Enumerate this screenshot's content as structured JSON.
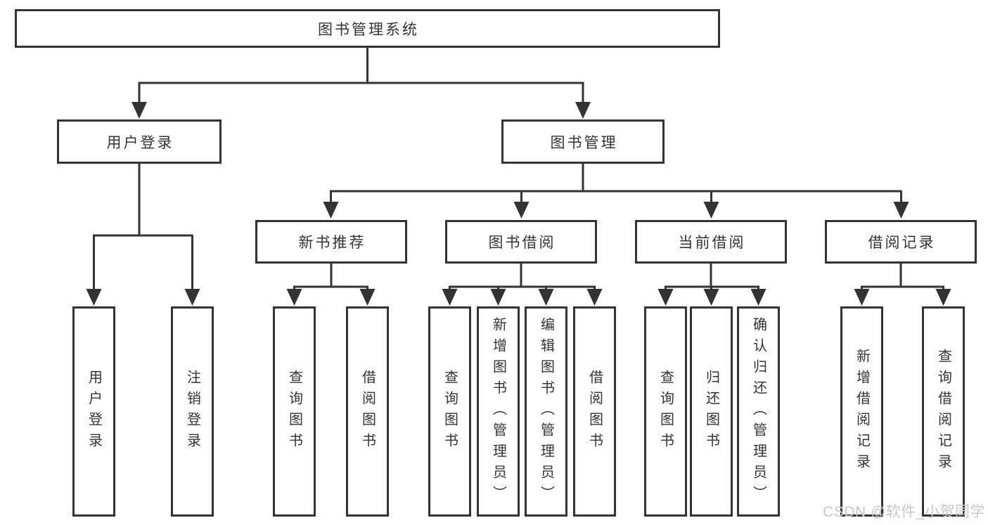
{
  "title": {
    "label": "图书管理系统"
  },
  "branches": [
    {
      "label": "用户登录",
      "children": [
        {
          "label": "用户登录"
        },
        {
          "label": "注销登录"
        }
      ]
    },
    {
      "label": "图书管理",
      "children": [
        {
          "label": "新书推荐",
          "children": [
            {
              "label": "查询图书"
            },
            {
              "label": "借阅图书"
            }
          ]
        },
        {
          "label": "图书借阅",
          "children": [
            {
              "label": "查询图书"
            },
            {
              "label": "新增图书（管理员）"
            },
            {
              "label": "编辑图书（管理员）"
            },
            {
              "label": "借阅图书"
            }
          ]
        },
        {
          "label": "当前借阅",
          "children": [
            {
              "label": "查询图书"
            },
            {
              "label": "归还图书"
            },
            {
              "label": "确认归还（管理员）"
            }
          ]
        },
        {
          "label": "借阅记录",
          "children": [
            {
              "label": "新增借阅记录"
            },
            {
              "label": "查询借阅记录"
            }
          ]
        }
      ]
    }
  ],
  "watermark": {
    "text": "CSDN @软件_小贺同学"
  },
  "colors": {
    "line": "#333333",
    "text": "#333333",
    "background": "#ffffff",
    "watermark": "#c8c8c8"
  }
}
